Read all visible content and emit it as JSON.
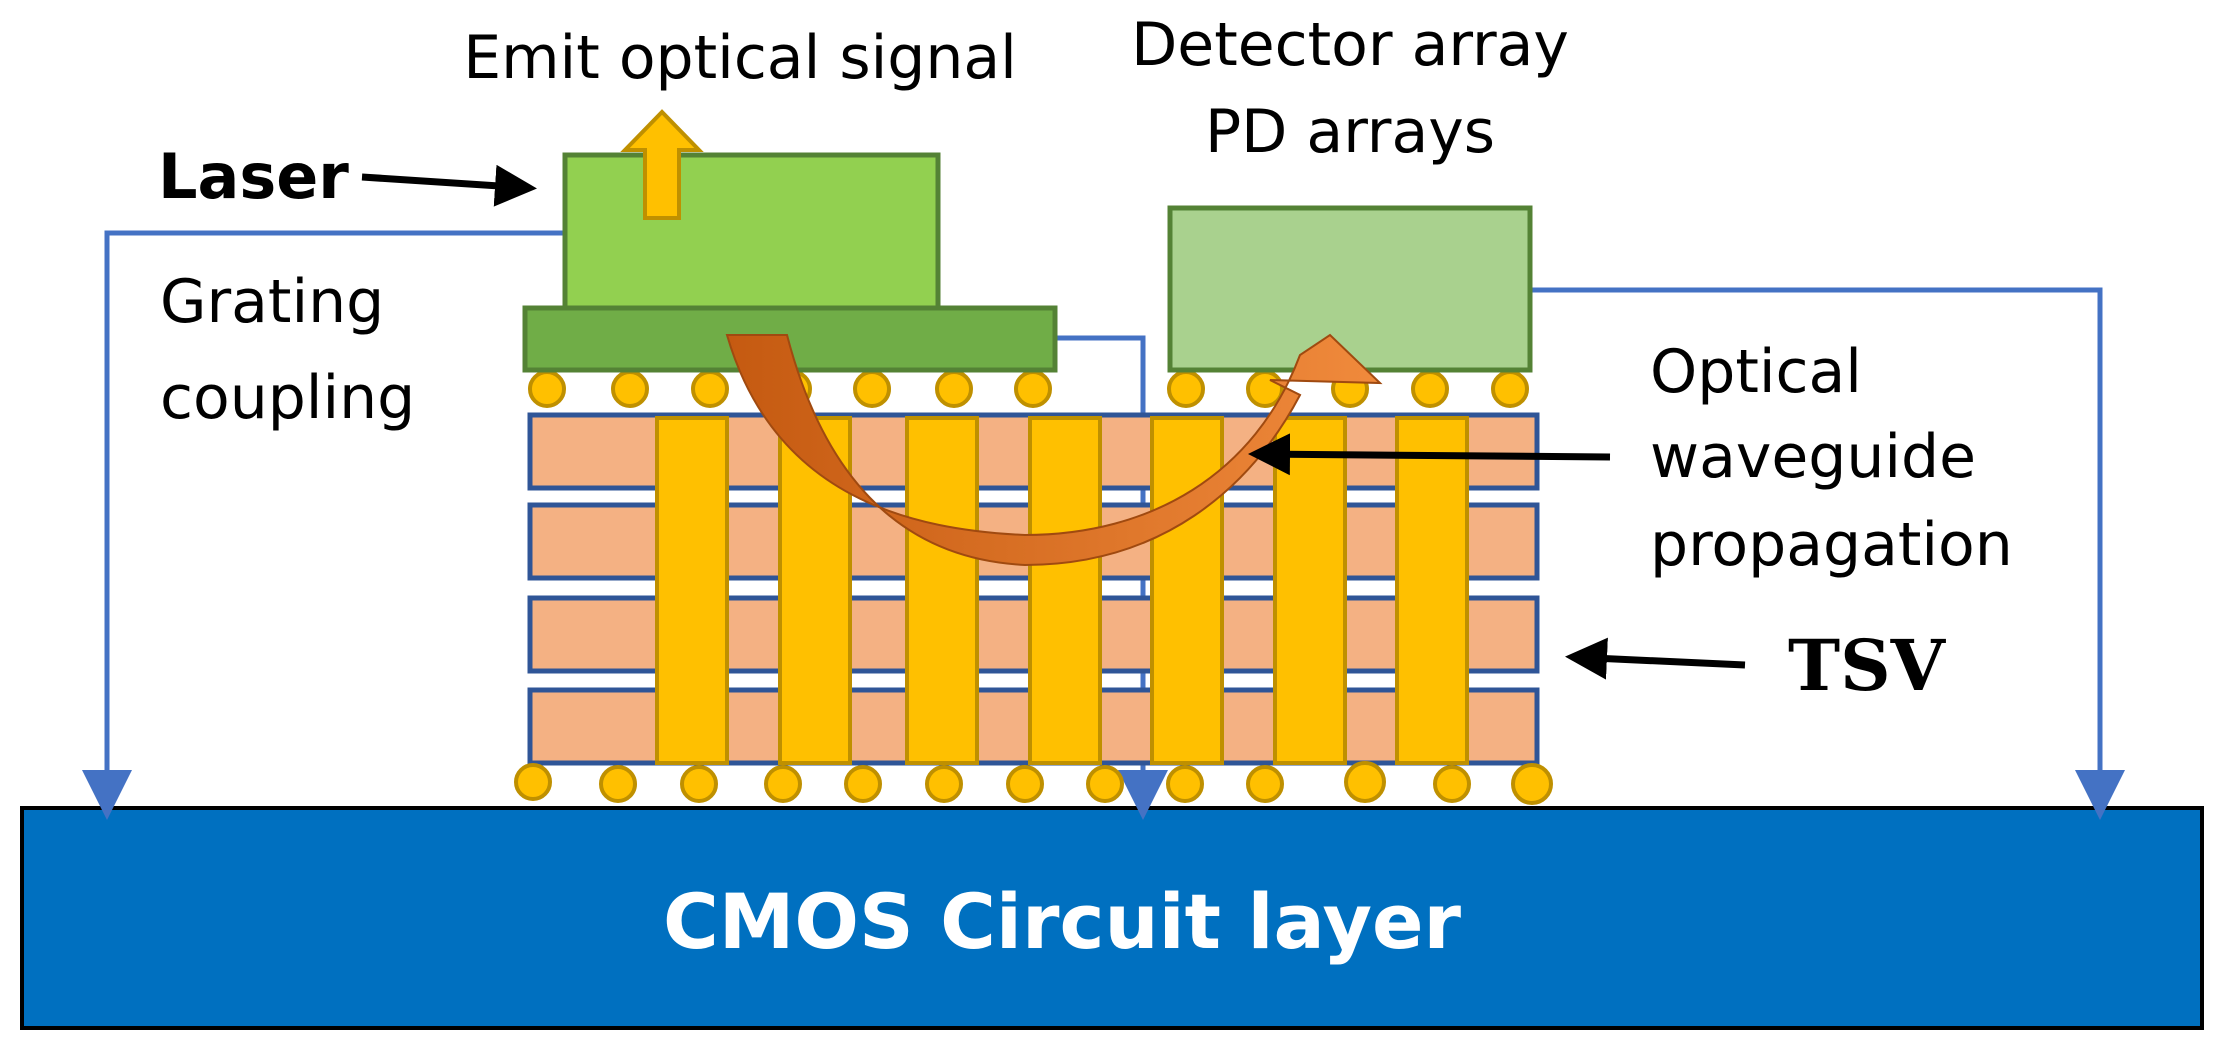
{
  "labels": {
    "emit": "Emit optical signal",
    "detector_line1": "Detector array",
    "detector_line2": "PD arrays",
    "laser": "Laser",
    "grating_line1": "Grating",
    "grating_line2": "coupling",
    "optical_line1": "Optical",
    "optical_line2": "waveguide",
    "optical_line3": "propagation",
    "tsv": "TSV",
    "cmos": "CMOS Circuit layer"
  },
  "colors": {
    "cmos_fill": "#0070c0",
    "laser_fill": "#92d050",
    "grating_fill": "#70ad47",
    "detector_fill": "#a9d18e",
    "green_border": "#548235",
    "layer_fill": "#f4b183",
    "layer_border": "#2f5597",
    "via_fill": "#ffc000",
    "via_border": "#bf9000",
    "wire": "#4472c4",
    "beam_arrow": "#c55a11",
    "emit_arrow": "#ffc000"
  },
  "icons": {
    "emit_arrow": "up-arrow-icon",
    "beam": "curved-arrow-icon"
  }
}
